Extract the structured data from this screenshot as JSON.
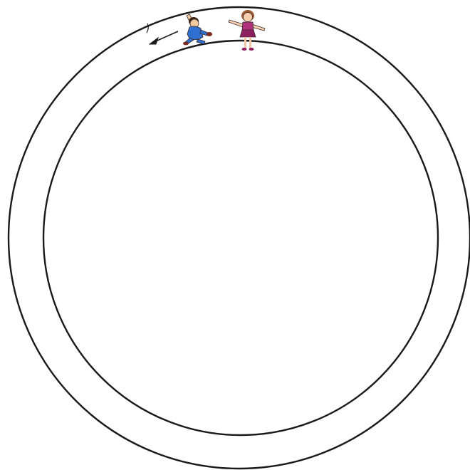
{
  "diagram": {
    "elements": [
      "outer-track-circle",
      "inner-track-circle",
      "direction-arrow",
      "runner-boy",
      "standing-girl"
    ],
    "colors": {
      "track_line": "#1a1a1a",
      "arrow": "#1a1a1a",
      "boy_shirt": "#2f6fd0",
      "boy_skin": "#f3c9a0",
      "boy_hair": "#3a2414",
      "boy_shoe": "#7a2a1e",
      "girl_dress": "#b0307a",
      "girl_skirt": "#8e1f60",
      "girl_skin": "#f7d0b0",
      "girl_hair": "#a05a32",
      "girl_legs": "#f0c6a6"
    },
    "direction": "counterclockwise"
  }
}
